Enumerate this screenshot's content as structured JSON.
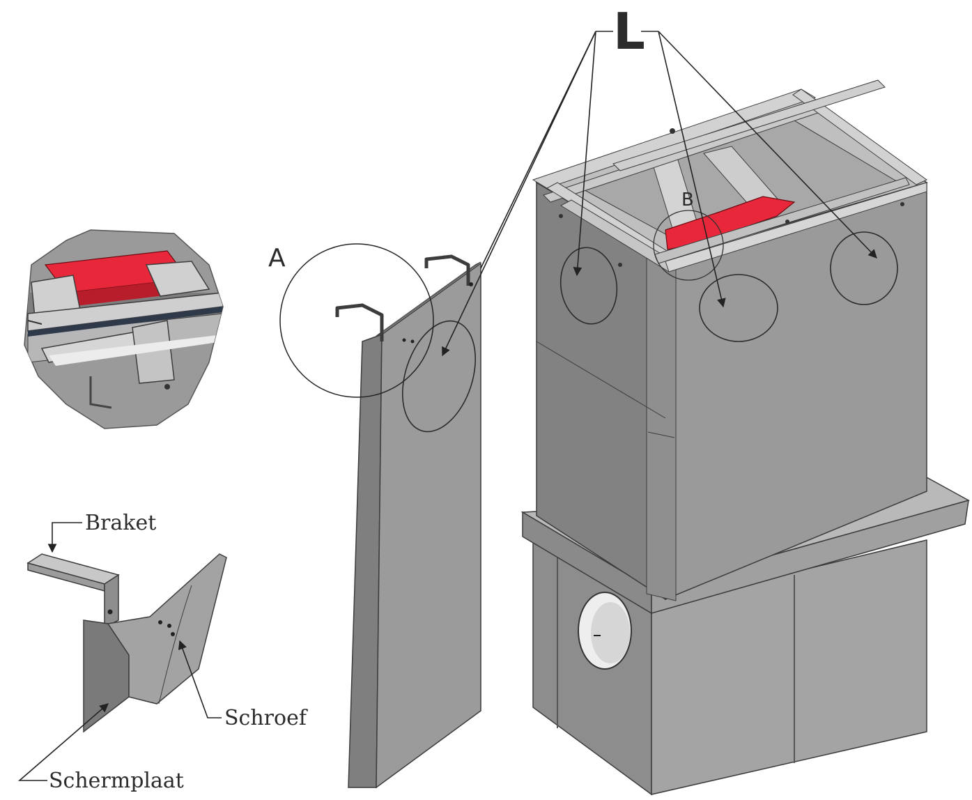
{
  "labels": {
    "main_callout": "L",
    "detail_a": "A",
    "detail_b": "B",
    "braket": "Braket",
    "schroef": "Schroef",
    "schermplaat": "Schermplaat"
  },
  "colors": {
    "accent_red": "#e8283a",
    "panel_grey": "#8c8c8c",
    "frame_light": "#c9c9c9"
  }
}
